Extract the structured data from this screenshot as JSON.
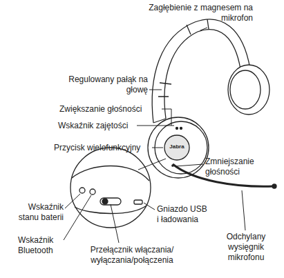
{
  "diagram": {
    "labels": [
      "Zagłębienie z magnesem na mikrofon",
      "Regulowany pałąk na głowę",
      "Zwiększanie głośności",
      "Wskaźnik zajętości",
      "Przycisk wielofunkcyjny",
      "Jabra",
      "Zmniejszanie głośności",
      "Wskaźnik stanu baterii",
      "Gniazdo USB i ładowania",
      "Odchylany wysięgnik mikrofonu",
      "Wskaźnik Bluetooth",
      "Przełącznik włączania/ wyłączania/połączenia"
    ]
  }
}
